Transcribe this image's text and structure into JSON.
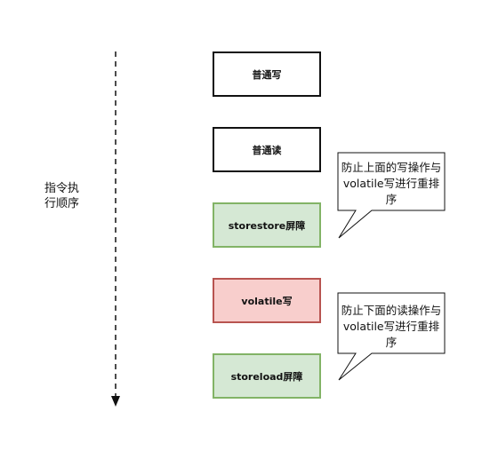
{
  "axis": {
    "label_line1": "指令执",
    "label_line2": "行顺序"
  },
  "boxes": [
    {
      "id": "normal-write",
      "label": "普通写",
      "fill": "#ffffff",
      "stroke": "#111111"
    },
    {
      "id": "normal-read",
      "label": "普通读",
      "fill": "#ffffff",
      "stroke": "#111111"
    },
    {
      "id": "storestore-barrier",
      "label": "storestore屏障",
      "fill": "#d5e8d4",
      "stroke": "#82b366"
    },
    {
      "id": "volatile-write",
      "label": "volatile写",
      "fill": "#f8cecc",
      "stroke": "#b85450"
    },
    {
      "id": "storeload-barrier",
      "label": "storeload屏障",
      "fill": "#d5e8d4",
      "stroke": "#82b366"
    }
  ],
  "callouts": [
    {
      "id": "callout-upper",
      "text": "防止上面的写操作与volatile写进行重排序"
    },
    {
      "id": "callout-lower",
      "text": "防止下面的读操作与volatile写进行重排序"
    }
  ]
}
